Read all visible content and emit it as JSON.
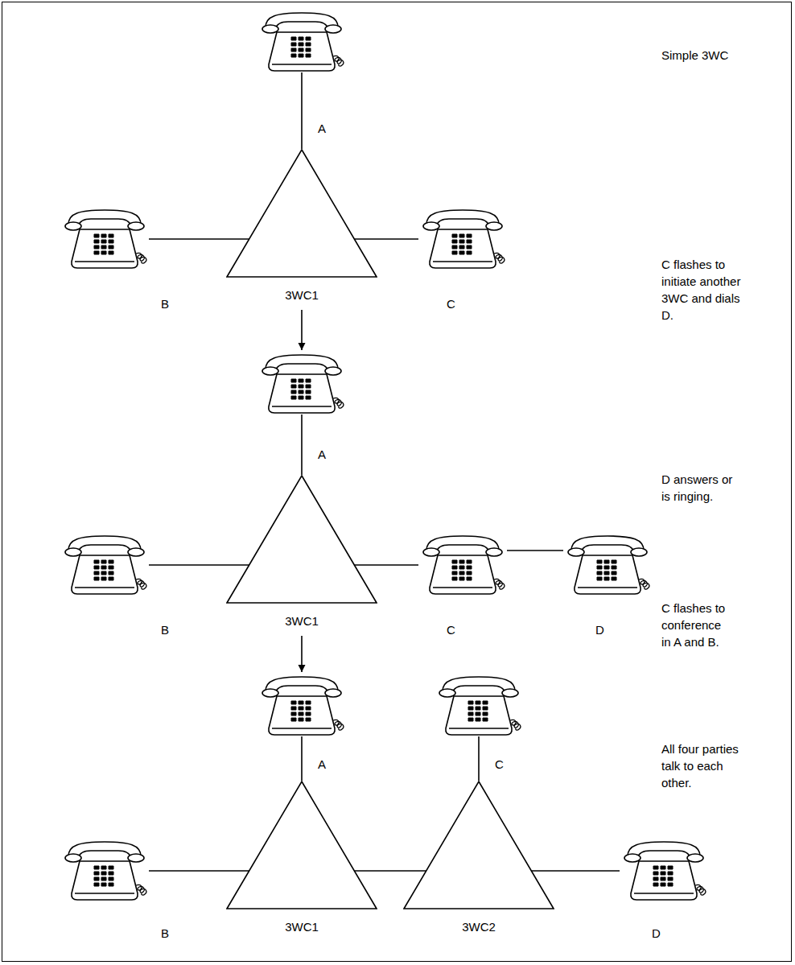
{
  "diagram": {
    "nodes": [
      {
        "text": [
          "A"
        ]
      },
      {
        "text": [
          "3WC1"
        ]
      },
      {
        "text": [
          "B"
        ]
      },
      {
        "text": [
          "C"
        ]
      },
      {
        "text": [
          "A"
        ]
      },
      {
        "text": [
          "B"
        ]
      },
      {
        "text": [
          "3WC1"
        ]
      },
      {
        "text": [
          "C"
        ]
      },
      {
        "text": [
          "D"
        ]
      },
      {
        "text": [
          "A"
        ]
      },
      {
        "text": [
          "C"
        ]
      },
      {
        "text": [
          "B"
        ]
      },
      {
        "text": [
          "3WC1"
        ]
      },
      {
        "text": [
          "3WC2"
        ]
      },
      {
        "text": [
          "D"
        ]
      }
    ],
    "edges": [
      {
        "from": 0,
        "to": 1,
        "arrow": "none"
      },
      {
        "from": 2,
        "to": 1,
        "arrow": "none"
      },
      {
        "from": 1,
        "to": 3,
        "arrow": "none"
      },
      {
        "from": 1,
        "to": 4,
        "arrow": "to"
      },
      {
        "from": 4,
        "to": 6,
        "arrow": "none"
      },
      {
        "from": 5,
        "to": 6,
        "arrow": "none"
      },
      {
        "from": 6,
        "to": 7,
        "arrow": "none"
      },
      {
        "from": 7,
        "to": 8,
        "arrow": "none"
      },
      {
        "from": 6,
        "to": 9,
        "arrow": "to"
      },
      {
        "from": 9,
        "to": 12,
        "arrow": "none"
      },
      {
        "from": 11,
        "to": 12,
        "arrow": "none"
      },
      {
        "from": 12,
        "to": 13,
        "arrow": "none"
      },
      {
        "from": 10,
        "to": 13,
        "arrow": "none"
      },
      {
        "from": 13,
        "to": 14,
        "arrow": "none"
      }
    ],
    "labels": [
      "Simple 3WC",
      "C flashes to initiate another 3WC and dials D.",
      "D answers or is ringing.",
      "C flashes to conference in A and B.",
      "All four parties talk to each other."
    ]
  }
}
